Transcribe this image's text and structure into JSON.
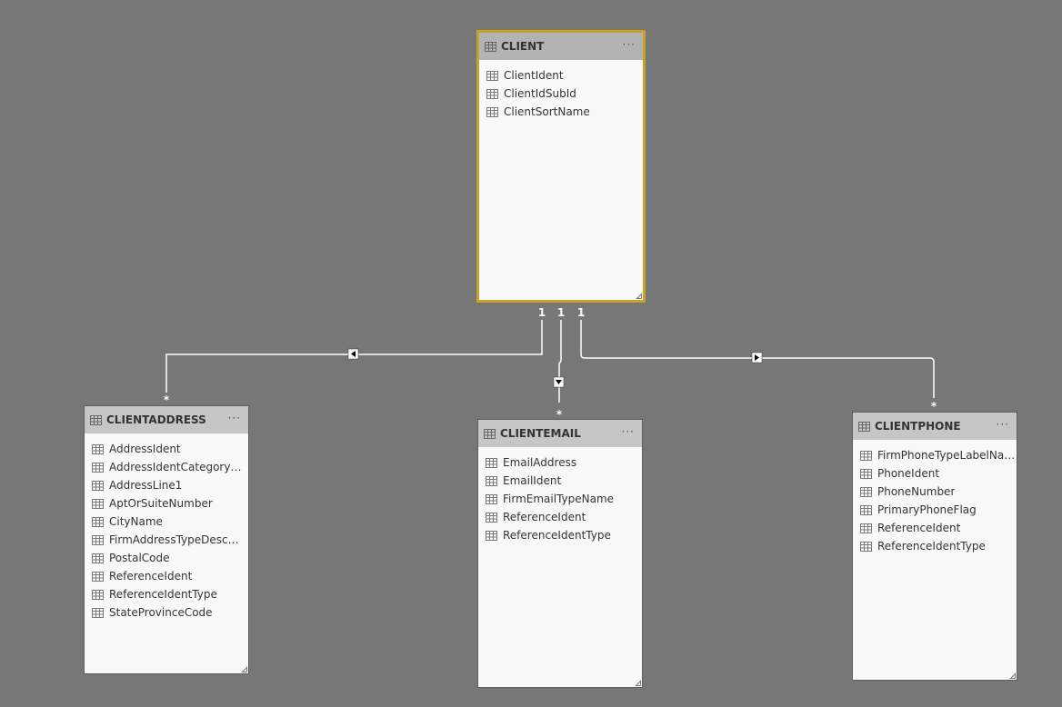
{
  "tables": {
    "client": {
      "title": "CLIENT",
      "fields": [
        "ClientIdent",
        "ClientIdSubId",
        "ClientSortName"
      ]
    },
    "clientaddress": {
      "title": "CLIENTADDRESS",
      "fields": [
        "AddressIdent",
        "AddressIdentCategoryType",
        "AddressLine1",
        "AptOrSuiteNumber",
        "CityName",
        "FirmAddressTypeDescript...",
        "PostalCode",
        "ReferenceIdent",
        "ReferenceIdentType",
        "StateProvinceCode"
      ]
    },
    "clientemail": {
      "title": "CLIENTEMAIL",
      "fields": [
        "EmailAddress",
        "EmailIdent",
        "FirmEmailTypeName",
        "ReferenceIdent",
        "ReferenceIdentType"
      ]
    },
    "clientphone": {
      "title": "CLIENTPHONE",
      "fields": [
        "FirmPhoneTypeLabelName",
        "PhoneIdent",
        "PhoneNumber",
        "PrimaryPhoneFlag",
        "ReferenceIdent",
        "ReferenceIdentType"
      ]
    }
  },
  "more_options_label": "···",
  "relationships": {
    "client_to_address": {
      "one": "1",
      "many": "*"
    },
    "client_to_email": {
      "one": "1",
      "many": "*"
    },
    "client_to_phone": {
      "one": "1",
      "many": "*"
    }
  },
  "icons": {
    "table": "table-icon",
    "column": "column-icon",
    "more": "more-options-icon",
    "resize": "resize-grip-icon"
  },
  "colors": {
    "canvas": "#777777",
    "selected_border": "#c9a227",
    "relationship_line": "#ffffff"
  }
}
